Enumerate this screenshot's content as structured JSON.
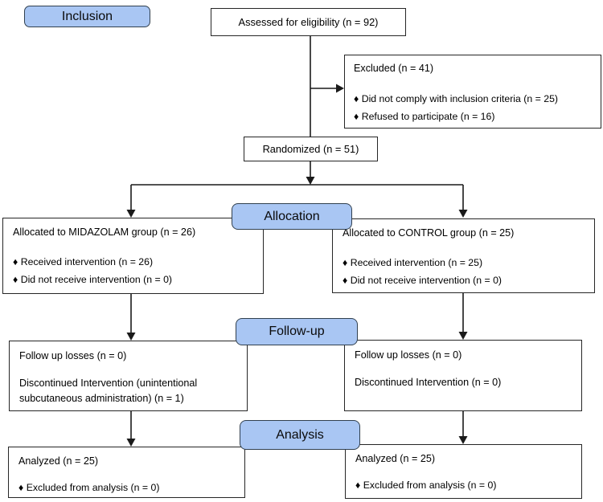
{
  "stage_labels": {
    "inclusion": "Inclusion",
    "allocation": "Allocation",
    "followup": "Follow-up",
    "analysis": "Analysis"
  },
  "boxes": {
    "assessed": "Assessed for eligibility (n = 92)",
    "excluded": {
      "title": "Excluded (n = 41)",
      "bullets": [
        "♦ Did not comply with inclusion criteria (n = 25)",
        "♦ Refused to participate (n = 16)"
      ]
    },
    "randomized": "Randomized (n = 51)",
    "allocation_midazolam": {
      "title": "Allocated to MIDAZOLAM group (n = 26)",
      "bullets": [
        "♦ Received intervention (n = 26)",
        "♦ Did not receive intervention (n = 0)"
      ]
    },
    "allocation_control": {
      "title": "Allocated to CONTROL group (n = 25)",
      "bullets": [
        "♦ Received intervention (n = 25)",
        "♦ Did not receive intervention (n = 0)"
      ]
    },
    "followup_midazolam": {
      "line1": "Follow up losses (n = 0)",
      "line2": "Discontinued Intervention (unintentional subcutaneous administration) (n = 1)"
    },
    "followup_control": {
      "line1": "Follow up losses (n = 0)",
      "line2": "Discontinued Intervention (n = 0)"
    },
    "analysis_midazolam": {
      "title": "Analyzed (n = 25)",
      "bullets": [
        "♦ Excluded from analysis (n = 0)"
      ]
    },
    "analysis_control": {
      "title": "Analyzed (n = 25)",
      "bullets": [
        "♦ Excluded from analysis (n = 0)"
      ]
    }
  },
  "colors": {
    "stage_fill": "#a9c6f3",
    "stage_border": "#31404f",
    "box_border": "#262626",
    "connector": "#1a1a1a",
    "background": "#ffffff",
    "text": "#000000"
  }
}
